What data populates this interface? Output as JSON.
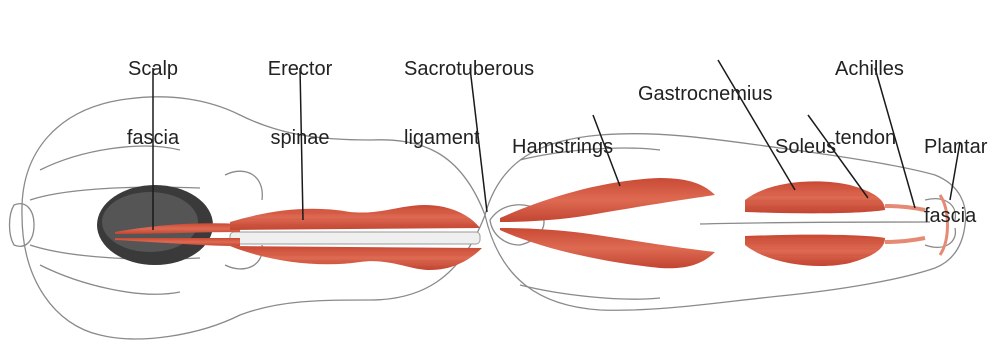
{
  "colors": {
    "muscle": "#d7553f",
    "muscle_light": "#ef9a86",
    "outline": "#8a8a8a",
    "leader_line": "#1a1a1a",
    "text": "#222222",
    "hair": "#3a3a3a"
  },
  "labels": {
    "scalp_fascia": {
      "line1": "Scalp",
      "line2": "fascia"
    },
    "erector_spinae": {
      "line1": "Erector",
      "line2": "spinae"
    },
    "sacrotuberous_ligament": {
      "line1": "Sacrotuberous",
      "line2": "ligament"
    },
    "gastrocnemius": {
      "line1": "Gastrocnemius"
    },
    "hamstrings": {
      "line1": "Hamstrings"
    },
    "soleus": {
      "line1": "Soleus"
    },
    "achilles_tendon": {
      "line1": "Achilles",
      "line2": "tendon"
    },
    "plantar_fascia": {
      "line1": "Plantar",
      "line2": "fascia"
    }
  }
}
